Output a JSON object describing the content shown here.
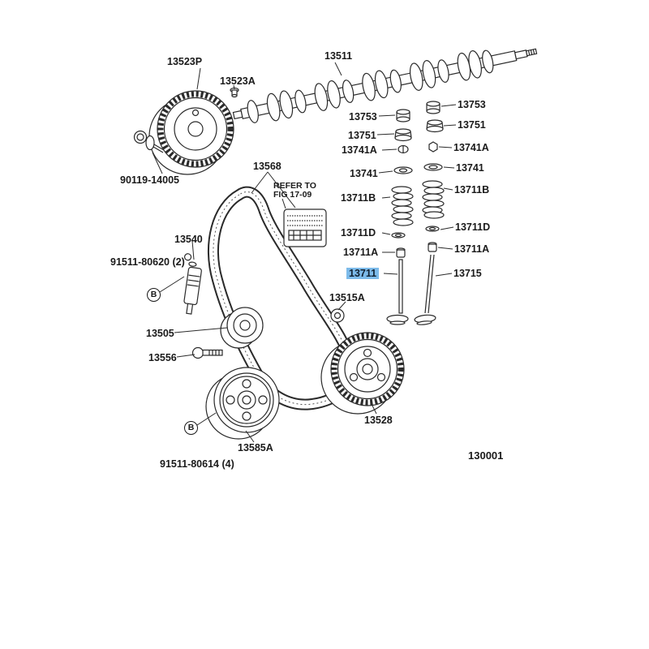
{
  "figure": {
    "code": "130001"
  },
  "note": {
    "line1": "REFER TO",
    "line2": "FIG 17-09"
  },
  "highlight": {
    "selected_part": "13711",
    "color": "#7dbbea"
  },
  "parts": {
    "p13523P": "13523P",
    "p13523A": "13523A",
    "p13511": "13511",
    "p90119_14005": "90119-14005",
    "p13568": "13568",
    "p13753_l": "13753",
    "p13753_r": "13753",
    "p13751_l": "13751",
    "p13751_r": "13751",
    "p13741A_l": "13741A",
    "p13741A_r": "13741A",
    "p13741_l": "13741",
    "p13741_r": "13741",
    "p13711B_l": "13711B",
    "p13711B_r": "13711B",
    "p13711D_l": "13711D",
    "p13711D_r": "13711D",
    "p13711A_l": "13711A",
    "p13711A_r": "13711A",
    "p13711": "13711",
    "p13715": "13715",
    "p13540": "13540",
    "p91511_80620": "91511-80620 (2)",
    "p13505": "13505",
    "p13556": "13556",
    "p13515A": "13515A",
    "p13528": "13528",
    "p13585A": "13585A",
    "p91511_80614": "91511-80614 (4)",
    "bolt_callout": "B"
  }
}
